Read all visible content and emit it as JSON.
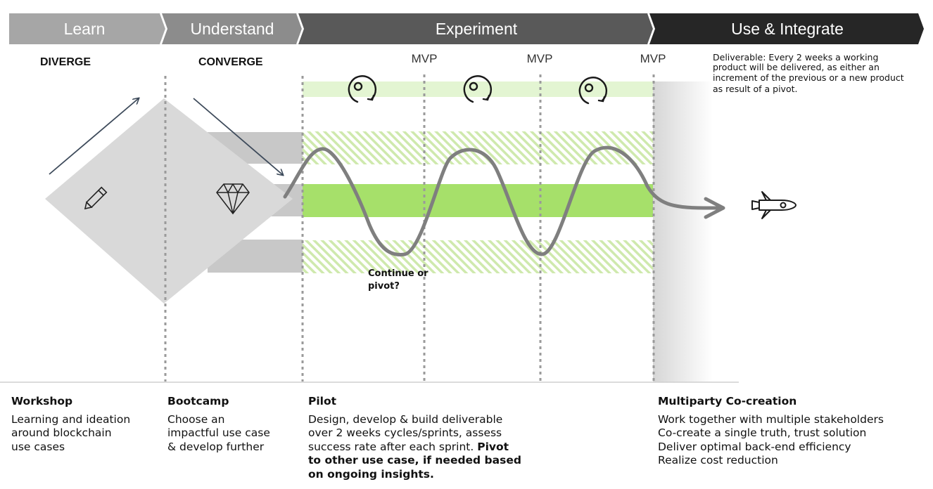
{
  "phases": [
    {
      "label": "Learn",
      "color": "#a6a6a6"
    },
    {
      "label": "Understand",
      "color": "#8c8c8c"
    },
    {
      "label": "Experiment",
      "color": "#595959"
    },
    {
      "label": "Use & Integrate",
      "color": "#262626"
    }
  ],
  "stage_labels": {
    "diverge": "DIVERGE",
    "converge": "CONVERGE"
  },
  "mvp_labels": [
    "MVP",
    "MVP",
    "MVP"
  ],
  "deliverable_note": [
    "Deliverable: Every 2 weeks a working",
    "product will be delivered, as either an",
    "increment of the previous or a new product",
    "as result of a pivot."
  ],
  "decision_text": [
    "Continue or",
    "pivot?"
  ],
  "icons": [
    "pencil-icon",
    "diamond-icon",
    "cycle-icon",
    "rocket-icon"
  ],
  "colors": {
    "green": "#a6e06a",
    "light_green": "#e3f5d2",
    "grey_shape": "#d9d9d9",
    "wave": "#7f7f7f"
  },
  "bottom": {
    "workshop": {
      "title": "Workshop",
      "lines": [
        "Learning and ideation",
        "around blockchain",
        "use cases"
      ]
    },
    "bootcamp": {
      "title": "Bootcamp",
      "lines": [
        "Choose an",
        "impactful use case",
        "& develop further"
      ]
    },
    "pilot": {
      "title": "Pilot",
      "lines": [
        "Design, develop & build deliverable",
        "over 2 weeks cycles/sprints, assess",
        "success rate after each sprint."
      ],
      "bold_inline": "Pivot",
      "bold_lines": [
        "to other use case, if needed based",
        "on ongoing insights."
      ]
    },
    "multiparty": {
      "title": "Multiparty Co-creation",
      "lines": [
        "Work together with multiple stakeholders",
        "Co-create a single truth, trust solution",
        "Deliver optimal back-end efficiency",
        "Realize cost reduction"
      ]
    }
  }
}
